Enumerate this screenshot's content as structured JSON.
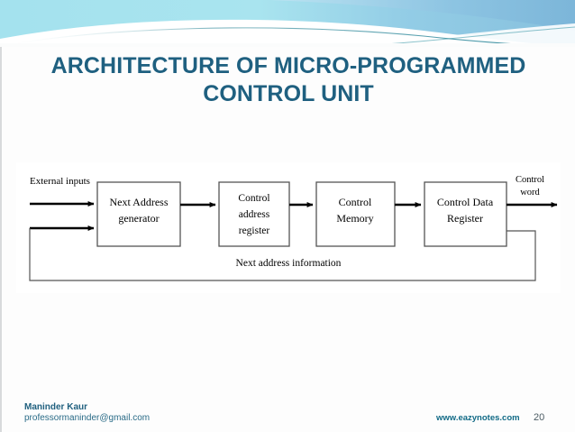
{
  "slide": {
    "title_line_1": "ARCHITECTURE OF MICRO-PROGRAMMED",
    "title_line_2": "CONTROL UNIT",
    "title_color": "#1f6080",
    "background_color": "#fdfdfd",
    "header_colors": {
      "cyan": "#a8e4ee",
      "blue": "#8fc4e0",
      "teal_line": "#2b8fa0",
      "white": "#ffffff"
    }
  },
  "diagram": {
    "type": "block-diagram",
    "caption_external_inputs": "External inputs",
    "caption_control_word_line_1": "Control",
    "caption_control_word_line_2": "word",
    "caption_feedback": "Next address information",
    "blocks": [
      {
        "id": "next-address-generator",
        "lines": [
          "Next Address",
          "generator"
        ]
      },
      {
        "id": "control-address-register",
        "lines": [
          "Control",
          "address",
          "register"
        ]
      },
      {
        "id": "control-memory",
        "lines": [
          "Control",
          "Memory"
        ]
      },
      {
        "id": "control-data-register",
        "lines": [
          "Control Data",
          "Register"
        ]
      }
    ],
    "line_color": "#000000",
    "box_border_color": "#555555"
  },
  "footer": {
    "author_name": "Maninder Kaur",
    "author_email": "professormaninder@gmail.com",
    "website": "www.eazynotes.com",
    "page_number": "20"
  }
}
